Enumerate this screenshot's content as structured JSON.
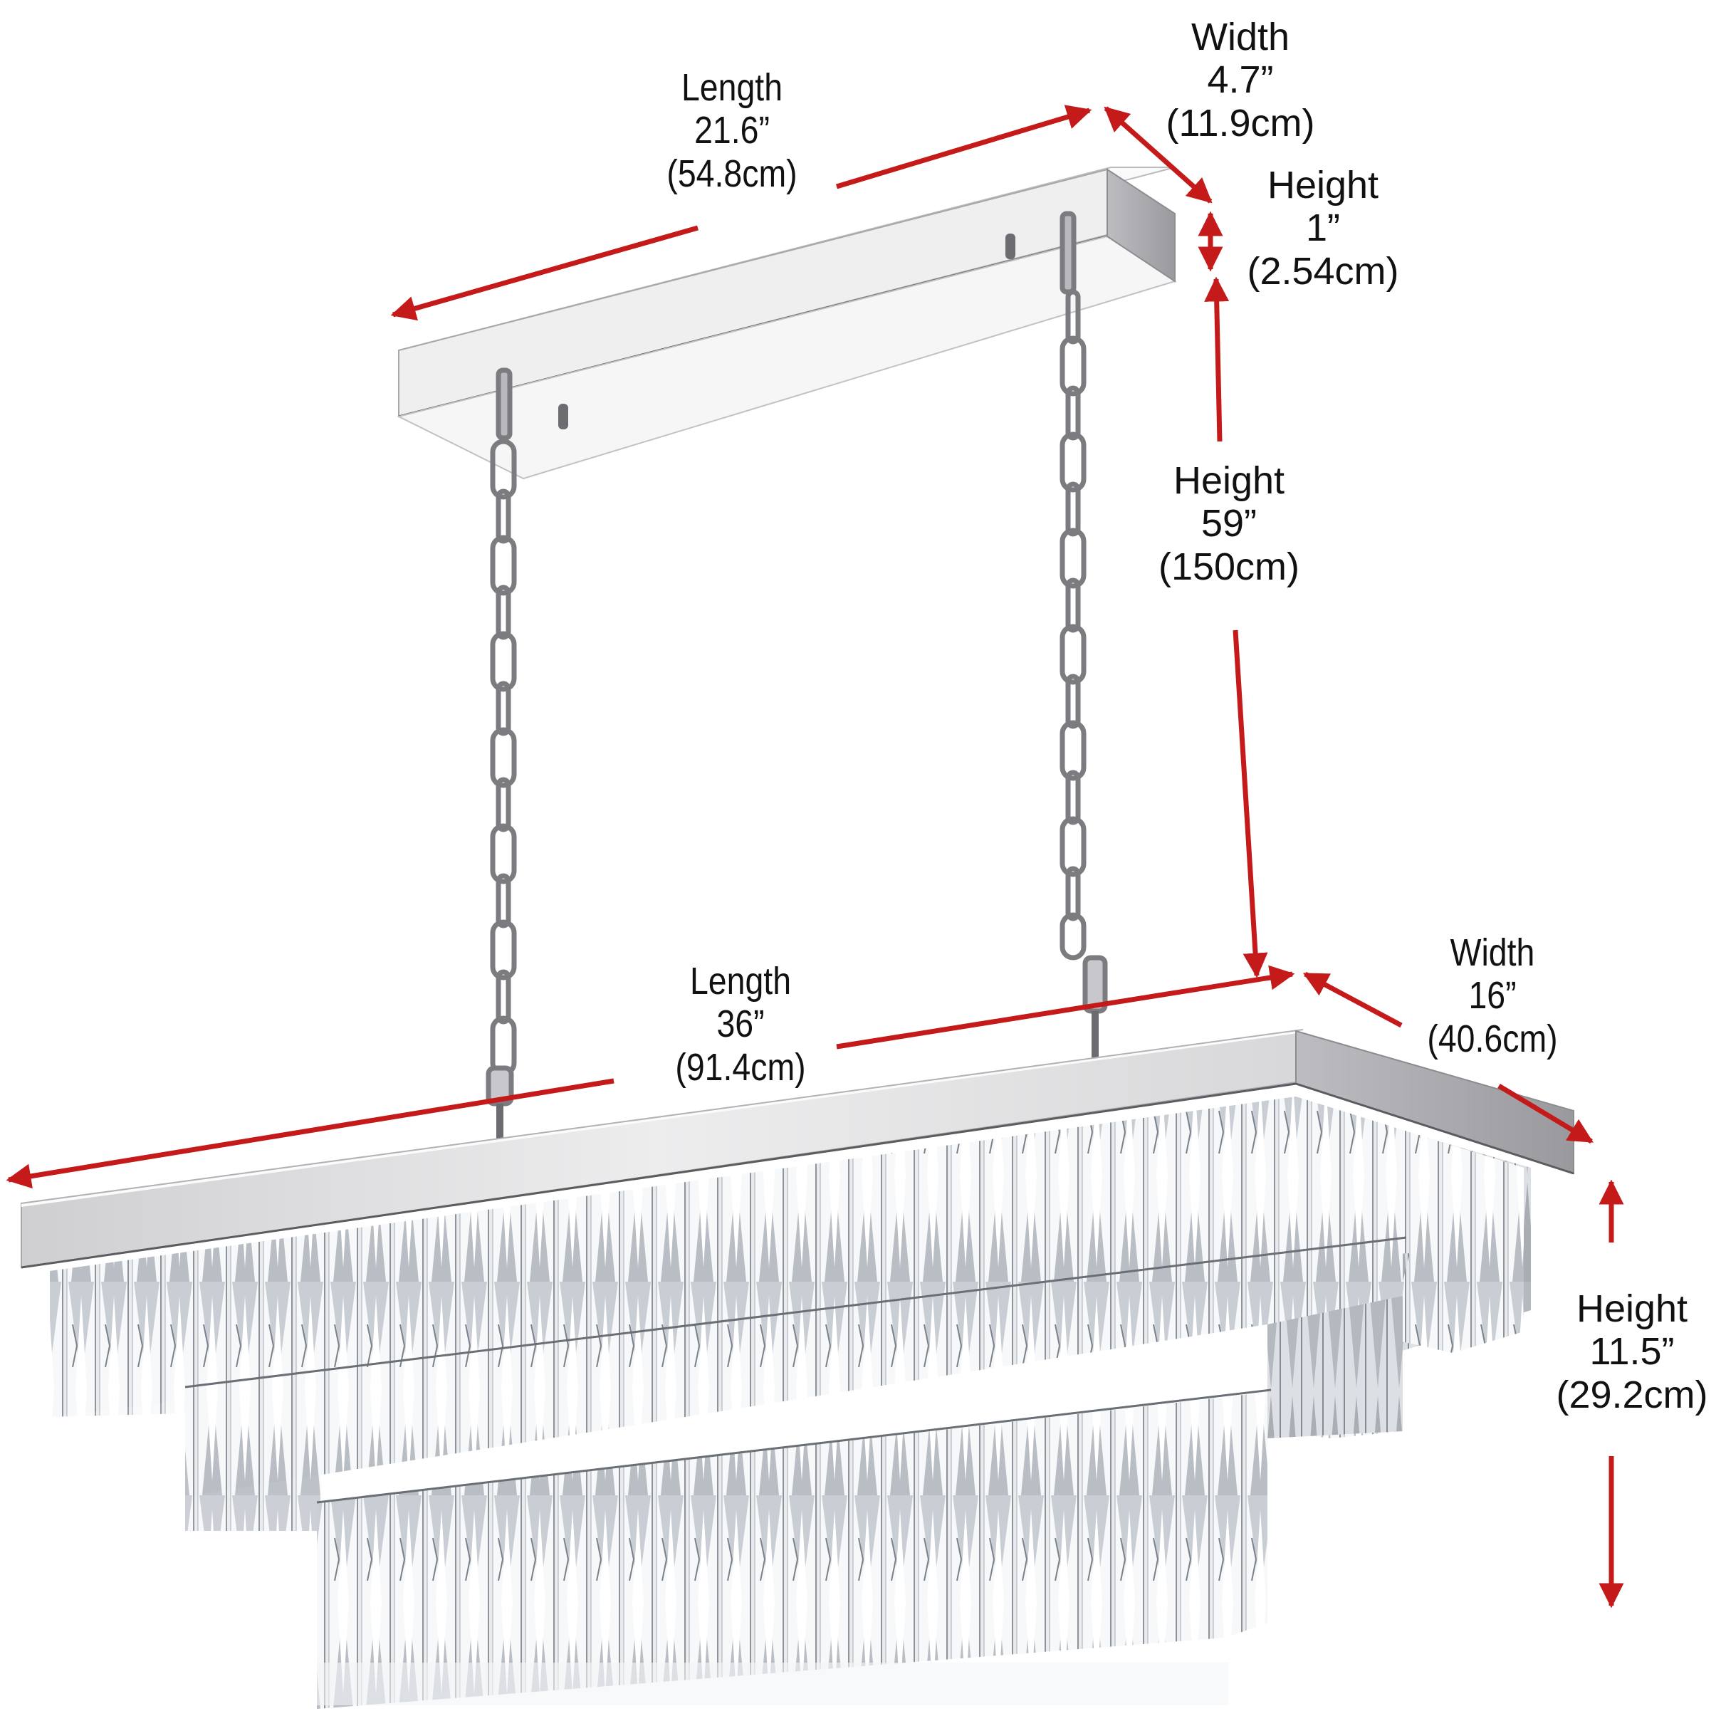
{
  "diagram": {
    "subject": "Rectangular 3-tier crystal chandelier with rectangular canopy and two suspension chains",
    "colors": {
      "arrow": "#c41a1a",
      "text": "#111111",
      "chrome_light": "#f2f2f2",
      "chrome_mid": "#d4d4d6",
      "chrome_dark": "#9c9ca0",
      "crystal": "#d9dde2",
      "background": "#ffffff"
    },
    "dimensions": {
      "canopy_length": {
        "title": "Length",
        "inches": "21.6”",
        "cm": "(54.8cm)"
      },
      "canopy_width": {
        "title": "Width",
        "inches": "4.7”",
        "cm": "(11.9cm)"
      },
      "canopy_height": {
        "title": "Height",
        "inches": "1”",
        "cm": "(2.54cm)"
      },
      "chain_height": {
        "title": "Height",
        "inches": "59”",
        "cm": "(150cm)"
      },
      "body_length": {
        "title": "Length",
        "inches": "36”",
        "cm": "(91.4cm)"
      },
      "body_width": {
        "title": "Width",
        "inches": "16”",
        "cm": "(40.6cm)"
      },
      "body_height": {
        "title": "Height",
        "inches": "11.5”",
        "cm": "(29.2cm)"
      }
    }
  }
}
